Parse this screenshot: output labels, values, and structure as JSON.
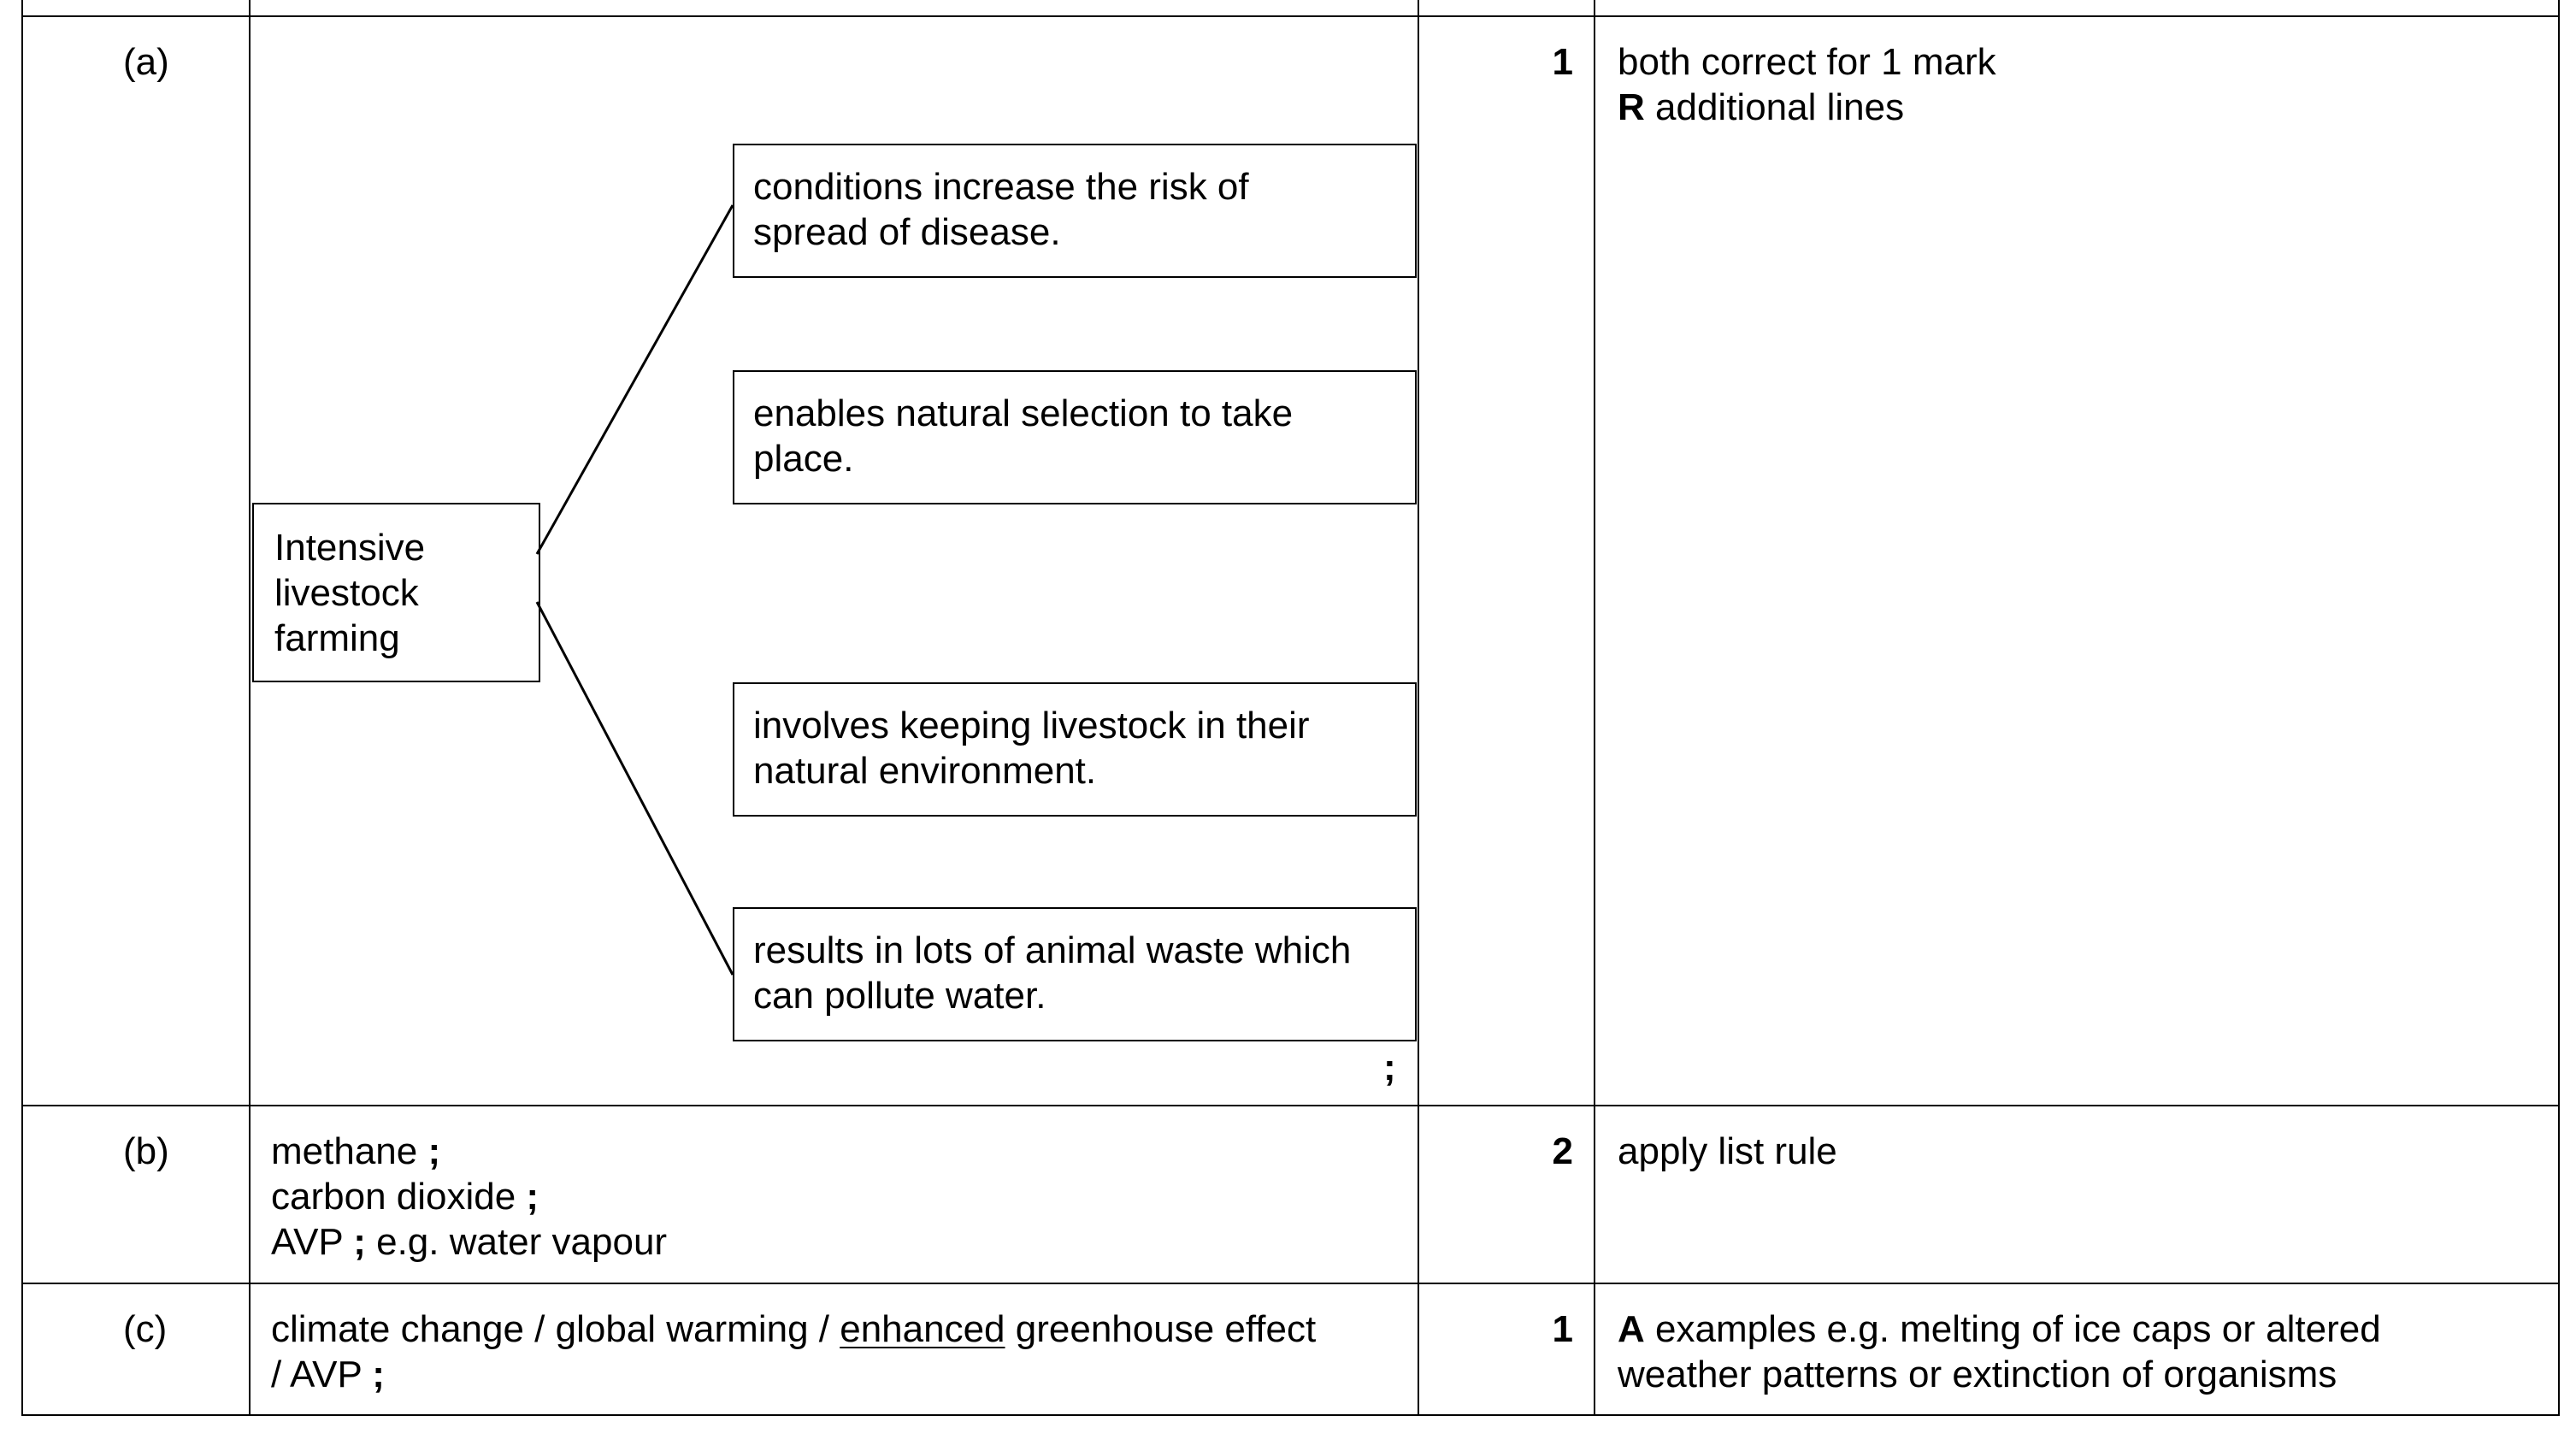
{
  "rows": [
    {
      "part": "(a)",
      "marks": "1",
      "guidance": {
        "line1": "both correct for 1 mark",
        "line2_bold": "R",
        "line2_rest": " additional lines"
      },
      "diagram": {
        "left_box": [
          "Intensive",
          "livestock",
          "farming"
        ],
        "right_boxes": [
          [
            "conditions increase the risk of",
            "spread of disease."
          ],
          [
            "enables natural selection to take",
            "place."
          ],
          [
            "involves keeping livestock in their",
            "natural environment."
          ],
          [
            "results in lots of animal waste which",
            "can pollute water."
          ]
        ],
        "connected_box_indices": [
          0,
          3
        ],
        "terminator": ";"
      }
    },
    {
      "part": "(b)",
      "marks": "2",
      "answer": {
        "line1_text": "methane ",
        "line1_mark": ";",
        "line2_text": "carbon dioxide ",
        "line2_mark": ";",
        "line3_pre": "AVP ",
        "line3_mark": ";",
        "line3_rest": " e.g. water vapour"
      },
      "guidance": {
        "line1": "apply list rule"
      }
    },
    {
      "part": "(c)",
      "marks": "1",
      "answer": {
        "line1_pre": "climate change / global warming / ",
        "line1_underlined": "enhanced",
        "line1_post": " greenhouse effect",
        "line2_text": "/ AVP ",
        "line2_mark": ";"
      },
      "guidance": {
        "line1_bold": "A",
        "line1_rest": " examples e.g. melting of ice caps or altered",
        "line2": "weather patterns or extinction of organisms"
      }
    }
  ]
}
